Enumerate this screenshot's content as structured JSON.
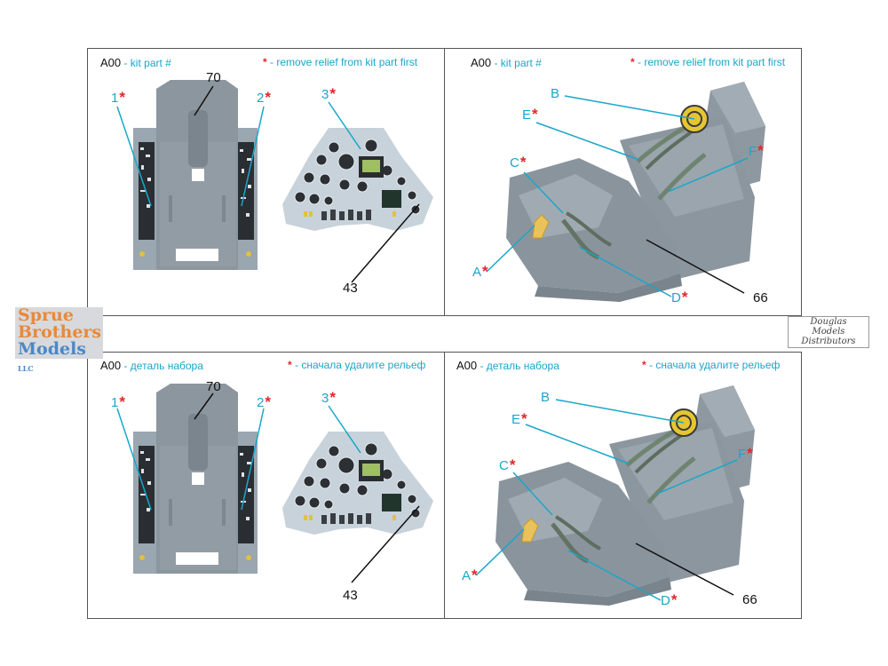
{
  "panels": [
    {
      "part_code": "A00",
      "kit_part_text": " - kit part #",
      "asterisk": "*",
      "remove_text": " - remove relief from kit part first"
    },
    {
      "part_code": "A00",
      "kit_part_text": " - kit part #",
      "asterisk": "*",
      "remove_text": " - remove relief from kit part first"
    },
    {
      "part_code": "A00",
      "kit_part_text": " - деталь набора",
      "asterisk": "*",
      "remove_text": " - сначала удалите рельеф"
    },
    {
      "part_code": "A00",
      "kit_part_text": " - деталь набора",
      "asterisk": "*",
      "remove_text": " - сначала удалите рельеф"
    }
  ],
  "callouts_left": {
    "one": "1",
    "two": "2",
    "three": "3",
    "seventy": "70",
    "fortythree": "43",
    "asterisk": "*"
  },
  "callouts_right": {
    "a": "A",
    "b": "B",
    "c": "C",
    "d": "D",
    "e": "E",
    "f": "F",
    "sixtysix": "66",
    "asterisk": "*"
  },
  "logo_left": {
    "line1": "Sprue",
    "line2": "Brothers",
    "line3": "Models",
    "suffix": "LLC"
  },
  "logo_right": {
    "line1": "Douglas",
    "line2": "Models",
    "line3": "Distributors"
  },
  "colors": {
    "callout_cyan": "#1aa6c9",
    "asterisk_red": "#e0262b",
    "seat_grey": "#8c969f",
    "logo_orange": "#e8893a",
    "logo_blue": "#4a88c8"
  }
}
